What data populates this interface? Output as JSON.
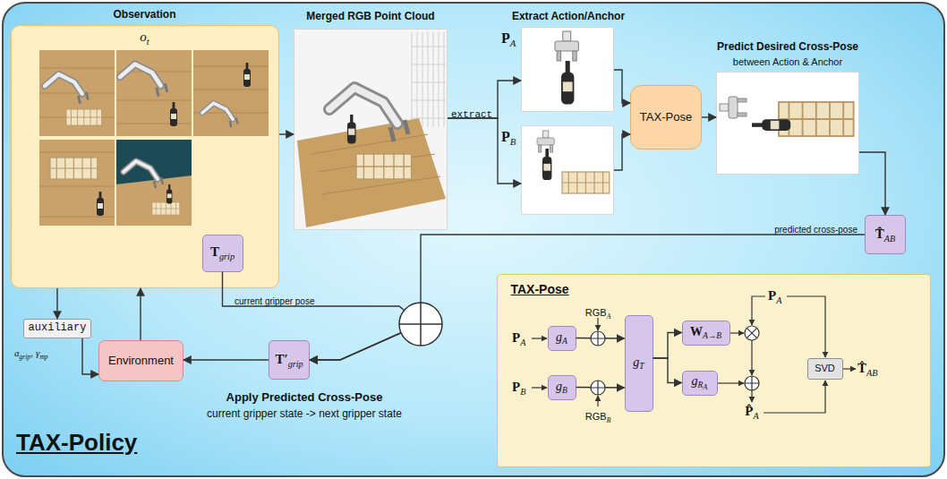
{
  "diagram": {
    "nodes": [
      {
        "text": [
          "TAX-Policy"
        ]
      },
      {
        "text": [
          "Observation",
          "ot"
        ],
        "in": 0
      },
      {
        "text": [
          "Tgrip"
        ],
        "in": 1
      },
      {
        "text": [
          "Merged RGB Point Cloud"
        ],
        "in": 0
      },
      {
        "text": [
          "PA"
        ],
        "in": 0
      },
      {
        "text": [
          "PB"
        ],
        "in": 0
      },
      {
        "text": [
          "TAX-Pose"
        ],
        "in": 0
      },
      {
        "text": [
          "Predict Desired Cross-Pose",
          "between Action & Anchor"
        ],
        "in": 0
      },
      {
        "text": [
          "T̂AB"
        ],
        "in": 0
      },
      {
        "text": [
          "auxiliary"
        ],
        "in": 0
      },
      {
        "text": [
          "Environment"
        ],
        "in": 0
      },
      {
        "text": [
          "T′grip"
        ],
        "in": 0
      },
      {
        "text": [
          "TAX-Pose"
        ],
        "in": 0
      },
      {
        "text": [
          "gA"
        ],
        "in": 12
      },
      {
        "text": [
          "gB"
        ],
        "in": 12
      },
      {
        "text": [
          "gT"
        ],
        "in": 12
      },
      {
        "text": [
          "WA→B"
        ],
        "in": 12
      },
      {
        "text": [
          "gRA"
        ],
        "in": 12
      },
      {
        "text": [
          "SVD"
        ],
        "in": 12
      }
    ],
    "edges": [
      {
        "from": 1,
        "to": 3,
        "arrow": "to"
      },
      {
        "from": 3,
        "to": 4,
        "arrow": "to",
        "label": "extract"
      },
      {
        "from": 3,
        "to": 5,
        "arrow": "to"
      },
      {
        "from": 4,
        "to": 6,
        "arrow": "to"
      },
      {
        "from": 5,
        "to": 6,
        "arrow": "to"
      },
      {
        "from": 6,
        "to": 7,
        "arrow": "to"
      },
      {
        "from": 7,
        "to": 8,
        "arrow": "to"
      },
      {
        "from": 8,
        "to": 11,
        "arrow": "to",
        "label": "predicted cross-pose"
      },
      {
        "from": 2,
        "to": 11,
        "arrow": "to",
        "label": "current gripper pose"
      },
      {
        "from": 11,
        "to": 10,
        "arrow": "to"
      },
      {
        "from": 10,
        "to": 1,
        "arrow": "to"
      },
      {
        "from": 1,
        "to": 9,
        "arrow": "to"
      },
      {
        "from": 9,
        "to": 10,
        "arrow": "to",
        "label": "agrip, γmp"
      },
      {
        "from": 13,
        "to": 15,
        "arrow": "to"
      },
      {
        "from": 14,
        "to": 15,
        "arrow": "to"
      },
      {
        "from": 15,
        "to": 16,
        "arrow": "to"
      },
      {
        "from": 15,
        "to": 17,
        "arrow": "to"
      }
    ],
    "labels": [
      "Extract Action/Anchor",
      "Apply Predicted Cross-Pose",
      "current gripper state -> next gripper state",
      "PA",
      "RGBA",
      "PB",
      "RGBB",
      "PA",
      "P̂A",
      "T̂AB"
    ]
  }
}
